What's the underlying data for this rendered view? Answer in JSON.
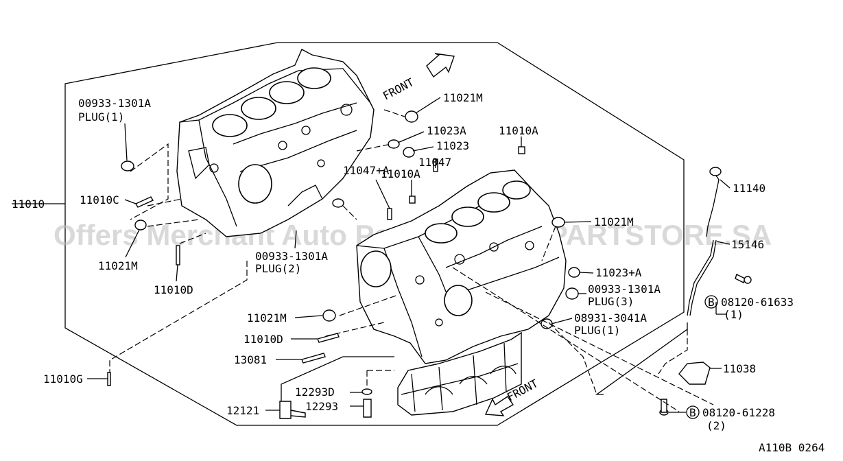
{
  "title_code": "A110B 0264",
  "watermark": "Offers Merchant Auto Parts Catalog PARTSTORE.SA",
  "front_arrow_label": "FRONT",
  "callouts": {
    "c_11010": "11010",
    "c_00933_1301a_top": "00933-1301A",
    "c_plug_1_top": "PLUG(1)",
    "c_11010c": "11010C",
    "c_11021m_left": "11021M",
    "c_11010d_left": "11010D",
    "c_00933_1301a_mid": "00933-1301A",
    "c_plug_2": "PLUG(2)",
    "c_11021m_top": "11021M",
    "c_11023a": "11023A",
    "c_11023": "11023",
    "c_11047": "11047",
    "c_11010a_mid": "11010A",
    "c_11010a_top": "11010A",
    "c_11047a": "11047+A",
    "c_11021m_right": "11021M",
    "c_11023a_plus": "11023+A",
    "c_00933_1301a_right": "00933-1301A",
    "c_plug_3": "PLUG(3)",
    "c_08931_3041a": "08931-3041A",
    "c_plug_1_right": "PLUG(1)",
    "c_11021m_low": "11021M",
    "c_11010d_low": "11010D",
    "c_13081": "13081",
    "c_11010g": "11010G",
    "c_12121": "12121",
    "c_12293d": "12293D",
    "c_12293": "12293",
    "c_11140": "11140",
    "c_15146": "15146",
    "c_08120_61633": "08120-61633",
    "c_qty_1": "(1)",
    "c_11038": "11038",
    "c_08120_61228": "08120-61228",
    "c_qty_2": "(2)",
    "bolt_marker": "B"
  }
}
